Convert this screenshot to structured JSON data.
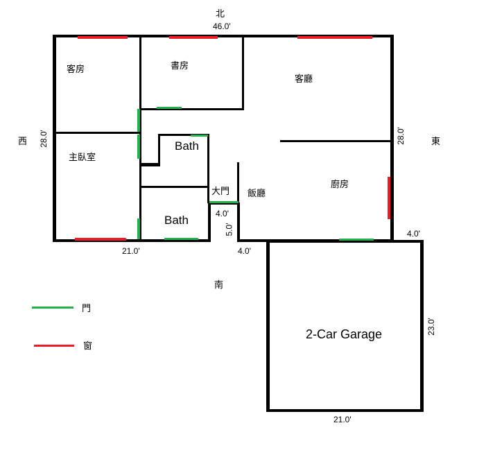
{
  "compass": {
    "north": "北",
    "south": "南",
    "east": "東",
    "west": "西"
  },
  "dimensions": {
    "top_width": "46.0'",
    "left_height": "28.0'",
    "right_height": "28.0'",
    "bottom_left_width": "21.0'",
    "entry_width": "4.0'",
    "entry_depth": "5.0'",
    "entry_offset": "4.0'",
    "garage_offset": "4.0'",
    "garage_height": "23.0'",
    "garage_width": "21.0'"
  },
  "rooms": {
    "guest_room": "客房",
    "study": "書房",
    "living_room": "客廳",
    "master_bedroom": "主臥室",
    "bath_upper": "Bath",
    "bath_lower": "Bath",
    "main_entrance": "大門",
    "dining_room": "飯廳",
    "kitchen": "廚房",
    "garage": "2-Car Garage"
  },
  "legend": {
    "door_label": "門",
    "window_label": "窗",
    "door_color": "#22b14c",
    "window_color": "#ed1c24"
  }
}
